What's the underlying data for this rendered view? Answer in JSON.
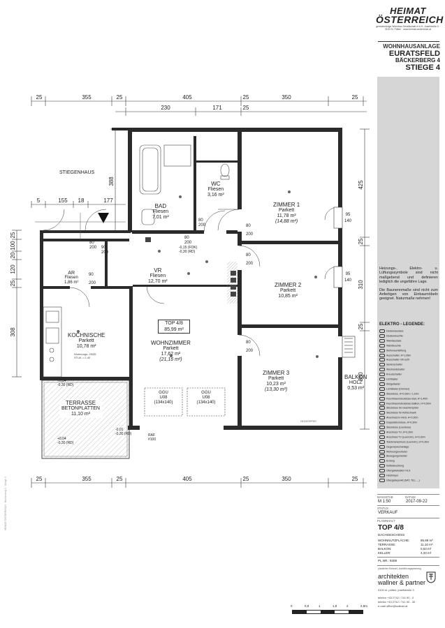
{
  "brand": {
    "logo_line1": "HEIMAT",
    "logo_line2": "ÖSTERREICH",
    "org_text": "gemeinnützige Wohnbau Gesellschaft m.b.H. Josefstraße 4 · 3100 St. Pölten · www.heimat-oesterreich.at"
  },
  "project": {
    "type": "WOHNHAUSANLAGE",
    "town": "EURATSFELD",
    "street": "BÄCKERBERG 4",
    "stair": "STIEGE 4"
  },
  "notes": [
    "Heizungs-, Elektro- u. Lüftungssymbole sind nicht maßgebend und definieren lediglich die ungefähre Lage.",
    "Die Baunennmaße sind nicht zum Anfertigen von Einbaumöbeln geeignet. Naturmaße nehmen!"
  ],
  "legend": {
    "title": "ELEKTRO - LEGENDE:",
    "items": [
      "Deckenauslass",
      "Deckenleuchte",
      "Wandauslass",
      "Wandleuchte",
      "Wohnraumlüftung",
      "Ausschalter, H=1,05m",
      "Ausschalter mit Licht",
      "Serienschalter",
      "Wechselschalter",
      "Kreuzschalter",
      "Lichttaster",
      "Klingeltaster",
      "Lichtsteller (Dimmer)",
      "Steckdose, H=0,30m / 1,10m",
      "Feuchtraumsteckdose Bad, H=1,40m",
      "Feuchtraumsteckdose Balkon, H=0,50m",
      "Steckdose für Geschirrspüler",
      "Steckdose für Kühlschrank",
      "Anschluss E-Herd, H=0,30m",
      "Doppelsteckdose, H=0,30m",
      "Steckdose (Leerdose)",
      "Anschluss TV, H=0,30m",
      "Anschluss TV (Leerrohr), H=0,30m",
      "Telefonanschluss (Leerrohr), H=0,30m",
      "Gegensprechanlage",
      "Wohnungsverteiler",
      "Bewegungsmelder",
      "Erdung",
      "Notbeleuchtung",
      "Übergabekasten HLS",
      "Heizkörper",
      "Übergabepunkt (SAT, TEL, ...)"
    ]
  },
  "titleblock": {
    "scale_label": "MASSSTAB",
    "scale_value": "M 1:50",
    "date_label": "DATUM",
    "date_value": "2017-09-22",
    "status_label": "STATUS",
    "status_value": "VERKAUF",
    "planinhalt_label": "PLANINHALT",
    "unit": "TOP 4/8",
    "floor": "DACHGESCHOSS",
    "area_rows": [
      {
        "label": "WOHNNUTZFLÄCHE:",
        "value": "85,99 m²"
      },
      {
        "label": "TERRASSE:",
        "value": "11,10 m²"
      },
      {
        "label": "BALKON:",
        "value": "0,53 m²"
      },
      {
        "label": "KELLER:",
        "value": "4,33 m²"
      }
    ],
    "plan_no": "PL.NR.: 8408",
    "arch_caption": "planlicher Entwurf, Ausführungsplanung",
    "arch_line1": "architekten",
    "arch_line2": "wallner & partner",
    "arch_address": "3100 st. pölten, josefstraße 3",
    "contacts": [
      "telefon  +43 2742 / 741 90 - 0",
      "telefax  +43 2742 / 741 90 - 30",
      "e-mail  office@wallner.at"
    ]
  },
  "scale_bar": [
    "0",
    "0,5",
    "1",
    "1,5",
    "2",
    "2,5m"
  ],
  "dims": {
    "top_row1": [
      "25",
      "355",
      "25",
      "405",
      "25",
      "350",
      "25"
    ],
    "top_row2": [
      "230",
      "171",
      "25"
    ],
    "bottom_row": [
      "25",
      "355",
      "25",
      "405",
      "25",
      "350",
      "25"
    ],
    "left_stair_row": [
      "5",
      "155",
      "18",
      "177"
    ],
    "left_side": [
      "25",
      "100",
      "20",
      "120",
      "25",
      "308"
    ],
    "right_side": [
      "425",
      "25",
      "310",
      "25",
      "380"
    ],
    "left_top": [
      "388"
    ],
    "window": [
      "95",
      "140"
    ]
  },
  "rooms": [
    {
      "name": "BAD",
      "floor": "Fliesen",
      "area": "7,01 m²"
    },
    {
      "name": "WC",
      "floor": "Fliesen",
      "area": "3,16 m²"
    },
    {
      "name": "ZIMMER 1",
      "floor": "Parkett",
      "area": "11,78 m²",
      "area2": "(14,88 m²)"
    },
    {
      "name": "AR",
      "floor": "Fliesen",
      "area": "1,86 m²"
    },
    {
      "name": "VR",
      "floor": "Fliesen",
      "area": "12,70 m²"
    },
    {
      "name": "ZIMMER 2",
      "floor": "Parkett",
      "area": "10,85 m²"
    },
    {
      "name": "KOCHNISCHE",
      "floor": "Parkett",
      "area": "10,78 m²"
    },
    {
      "name": "WOHNZIMMER",
      "floor": "Parkett",
      "area": "17,62 m²",
      "area2": "(21,16 m²)"
    },
    {
      "name": "ZIMMER 3",
      "floor": "Parkett",
      "area": "10,23 m²",
      "area2": "(13,30 m²)"
    },
    {
      "name": "TERRASSE",
      "floor": "BETONPLATTEN",
      "area": "11,10 m²"
    },
    {
      "name": "BALKON",
      "floor": "HOLZ",
      "area": "0,53 m²"
    }
  ],
  "stiegenhaus": "STIEGENHAUS",
  "top_box": {
    "unit": "TOP 4/8",
    "area": "85,99 m²"
  },
  "ggu": [
    {
      "label": "GGU",
      "sub": "U08",
      "size": "(134x140)"
    },
    {
      "label": "GGU",
      "sub": "U08",
      "size": "(134x140)"
    }
  ],
  "levels": [
    "-0,15 (FOK)",
    "-0,30 (RD)",
    "+0,04",
    "-0,30 (RD)",
    "+0,04",
    "-0,30 (RD)",
    "-0,01",
    "-0,30 (RD)"
  ],
  "door_sizes": [
    "80",
    "200",
    "80",
    "200",
    "80",
    "200",
    "90",
    "200",
    "80",
    "200",
    "80",
    "200",
    "80",
    "200",
    "90",
    "200"
  ],
  "small_labels": [
    "RAF",
    "#100",
    "Wohnungs- 25/35",
    "STUK = 2,40",
    "HEIZKÖRPER"
  ],
  "colors": {
    "wall": "#2a2a2a",
    "grey_panel": "#d6d6d6",
    "dim_line": "#333333",
    "terrace_hatch": "#bbbbbb"
  }
}
